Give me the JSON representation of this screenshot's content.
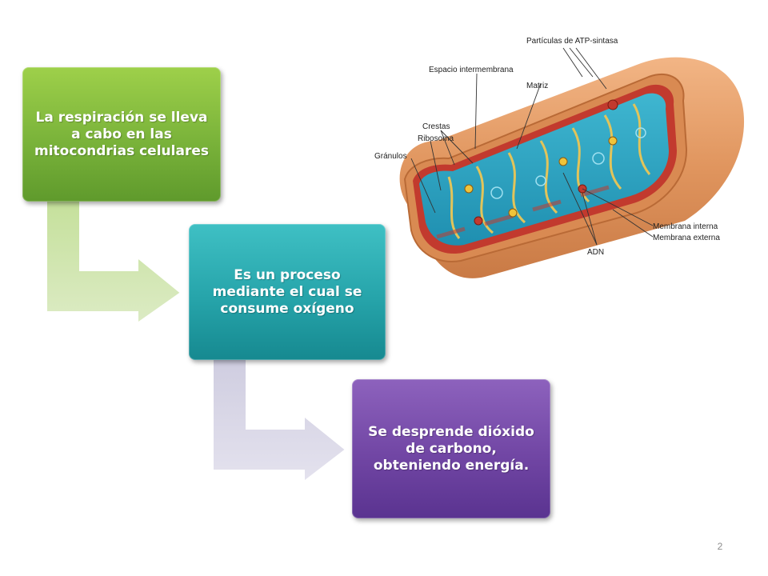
{
  "flow": {
    "step1": "La respiración se lleva a cabo en las mitocondrias celulares",
    "step2": "Es un proceso mediante el cual se consume oxígeno",
    "step3": "Se desprende dióxido de carbono, obteniendo energía."
  },
  "mitochondria": {
    "labels": {
      "atp": "Partículas de ATP-sintasa",
      "espacio": "Espacio intermembrana",
      "matriz": "Matriz",
      "crestas": "Crestas",
      "ribosoma": "Ribosoma",
      "granulos": "Gránulos",
      "membrana_interna": "Membrana interna",
      "membrana_externa": "Membrana externa",
      "adn": "ADN"
    }
  },
  "footer": {
    "page_number": "2"
  },
  "colors": {
    "step1": "#7ab33a",
    "step2": "#26a4aa",
    "step3": "#7146a4"
  }
}
